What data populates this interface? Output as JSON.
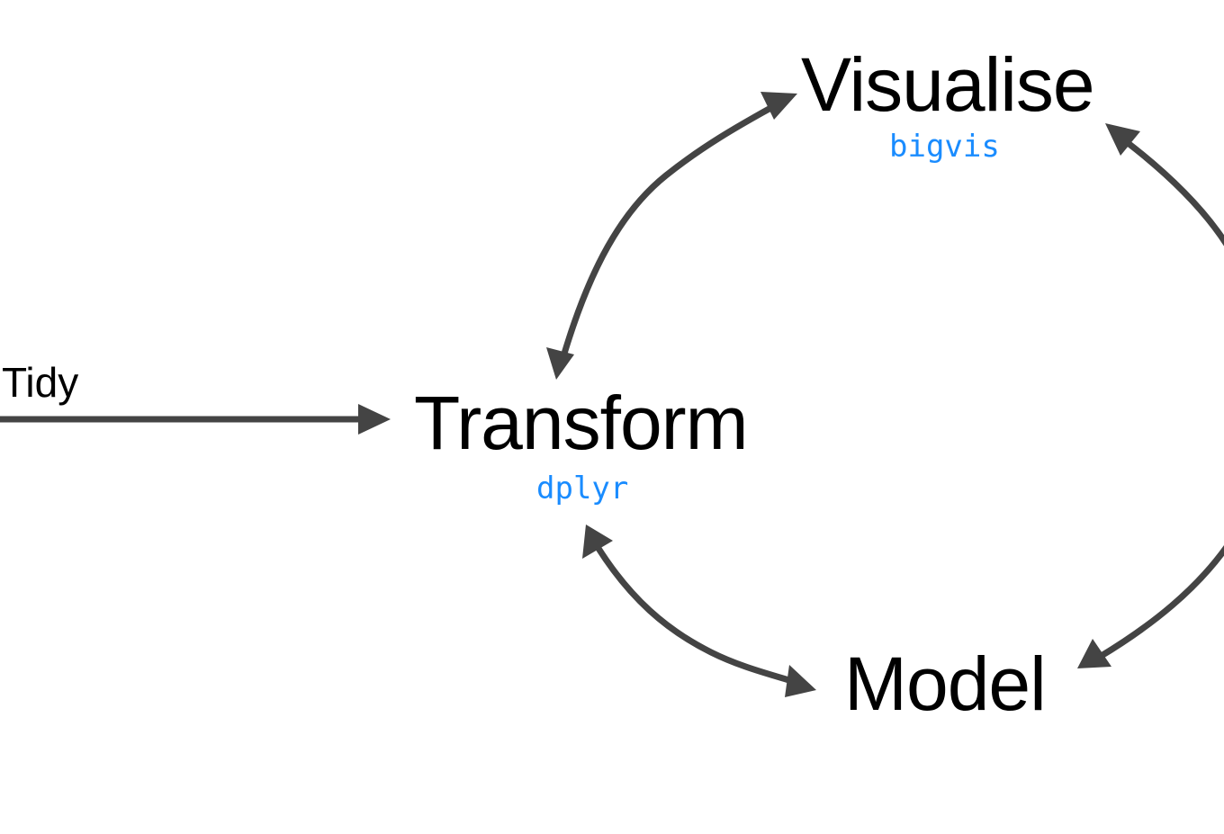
{
  "nodes": {
    "visualise": {
      "label": "Visualise",
      "package": "bigvis"
    },
    "transform": {
      "label": "Transform",
      "package": "dplyr"
    },
    "model": {
      "label": "Model"
    },
    "tidy": {
      "label": "Tidy"
    }
  },
  "edges": [
    {
      "from": "transform",
      "to": "visualise",
      "bidirectional": true
    },
    {
      "from": "transform",
      "to": "model",
      "bidirectional": true
    },
    {
      "from": "visualise",
      "to": "model",
      "bidirectional": true
    },
    {
      "from": "tidy",
      "to": "transform",
      "bidirectional": false
    }
  ],
  "colors": {
    "arrow": "#444444",
    "label": "#000000",
    "package": "#1a8cff",
    "background": "#ffffff"
  }
}
